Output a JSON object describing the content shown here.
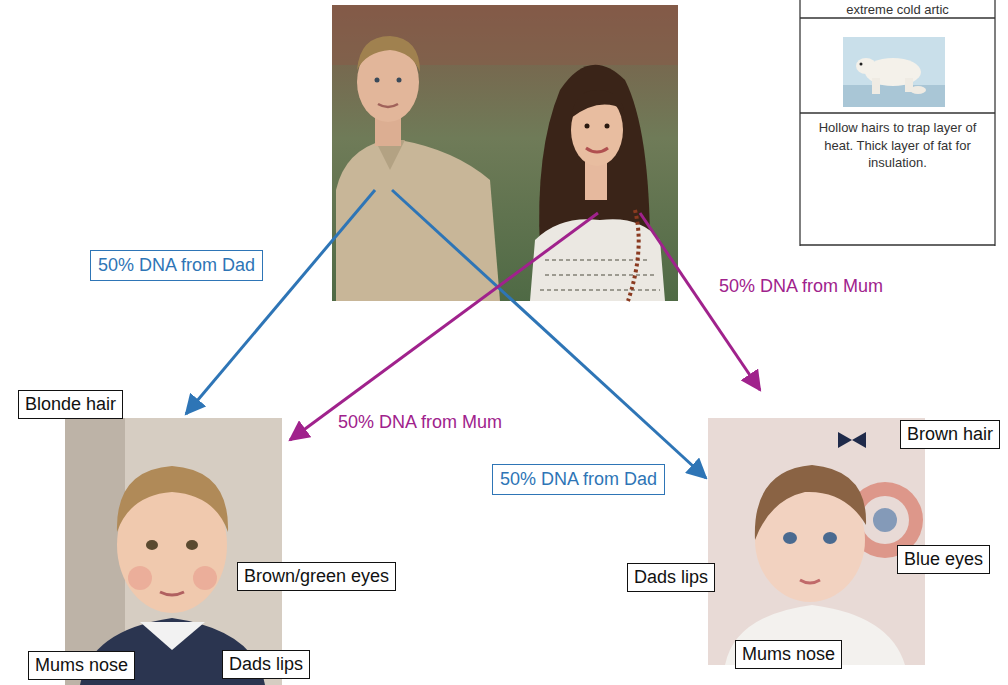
{
  "diagram": {
    "nodes": [
      {
        "text": [
          "50% DNA from Dad"
        ]
      },
      {
        "text": [
          "Blonde hair"
        ]
      },
      {
        "text": [
          "Brown hair"
        ]
      },
      {
        "text": [
          "50% DNA from Dad"
        ]
      },
      {
        "text": [
          "Blue eyes"
        ]
      },
      {
        "text": [
          "Brown/green eyes"
        ]
      },
      {
        "text": [
          "Dads lips"
        ]
      },
      {
        "text": [
          "Mums nose"
        ]
      },
      {
        "text": [
          "Dads lips"
        ]
      },
      {
        "text": [
          "Mums nose"
        ]
      }
    ],
    "labels": [
      "extreme cold artic",
      "Hollow hairs to trap layer of heat. Thick layer of fat for insulation.",
      "50% DNA from Mum",
      "50% DNA from Mum"
    ]
  }
}
